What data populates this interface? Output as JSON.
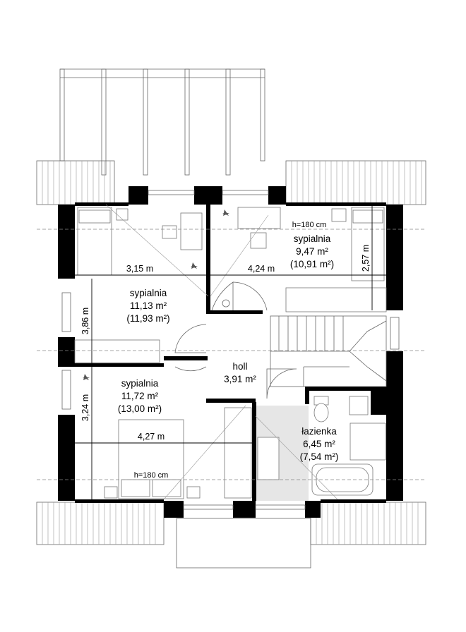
{
  "rooms": {
    "bedroom_top_left": {
      "name": "sypialnia",
      "area": "11,13 m²",
      "area_gross": "(11,93 m²)"
    },
    "bedroom_top_right": {
      "name": "sypialnia",
      "area": "9,47 m²",
      "area_gross": "(10,91 m²)"
    },
    "bedroom_bottom": {
      "name": "sypialnia",
      "area": "11,72 m²",
      "area_gross": "(13,00 m²)"
    },
    "hall": {
      "name": "holl",
      "area": "3,91 m²"
    },
    "bathroom": {
      "name": "łazienka",
      "area": "6,45 m²",
      "area_gross": "(7,54 m²)"
    }
  },
  "dimensions": {
    "top_left_width": "3,15 m",
    "top_right_width": "4,24 m",
    "top_left_depth": "3,86 m",
    "top_right_depth": "2,57 m",
    "bottom_width": "4,27 m",
    "bottom_depth": "3,24 m"
  },
  "notes": {
    "height_top": "h=180 cm",
    "height_bottom": "h=180 cm"
  },
  "colors": {
    "wall": "#000000",
    "bathroom_floor": "#e6e6e6"
  }
}
